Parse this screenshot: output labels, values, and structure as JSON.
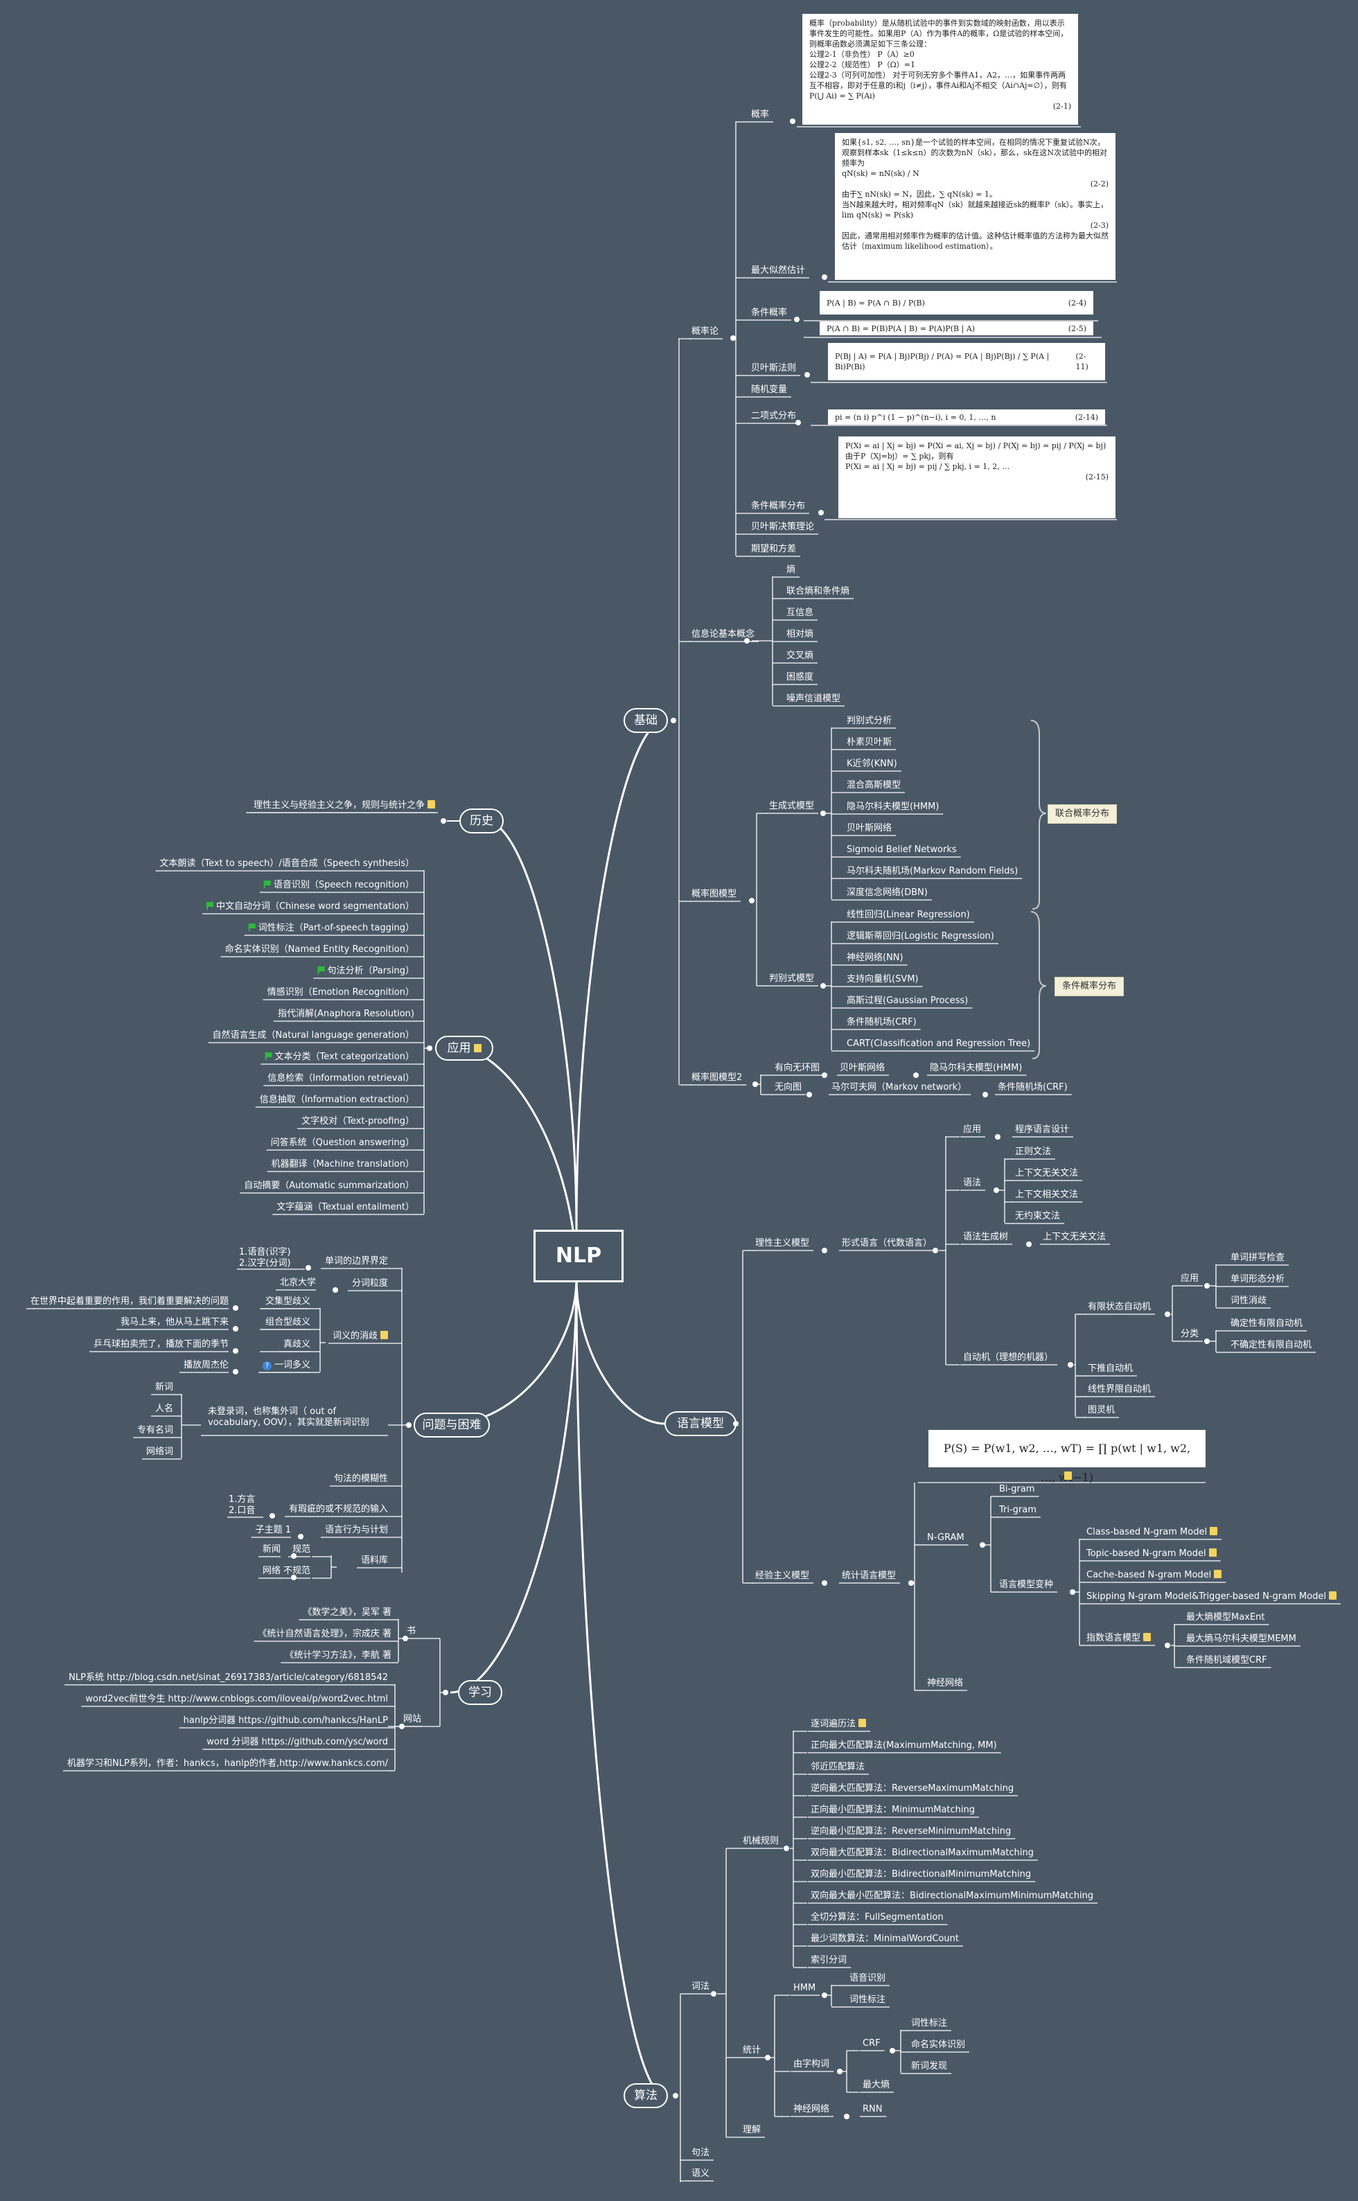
{
  "root": "NLP",
  "branches": {
    "history": "历史",
    "application": "应用",
    "problems": "问题与困难",
    "learning": "学习",
    "basics": "基础",
    "language_model": "语言模型",
    "algorithm": "算法"
  },
  "history": {
    "item": "理性主义与经验主义之争，规则与统计之争"
  },
  "application": {
    "items": [
      "文本朗读（Text to speech）/语音合成（Speech synthesis）",
      "语音识别（Speech recognition）",
      "中文自动分词（Chinese word segmentation）",
      "词性标注（Part-of-speech tagging）",
      "命名实体识别（Named Entity Recognition）",
      "句法分析（Parsing）",
      "情感识别（Emotion Recognition）",
      "指代消解(Anaphora Resolution)",
      "自然语言生成（Natural language generation）",
      "文本分类（Text categorization）",
      "信息检索（Information retrieval）",
      "信息抽取（Information extraction）",
      "文字校对（Text-proofing）",
      "问答系统（Question answering）",
      "机器翻译（Machine translation）",
      "自动摘要（Automatic summarization）",
      "文字蕴涵（Textual entailment）"
    ]
  },
  "problems": {
    "boundary": "单词的边界界定",
    "boundary_sub": [
      "1.语音(识字)",
      "2.汉字(分词)"
    ],
    "granularity": "分词粒度",
    "granularity_sub": "北京大学",
    "ambiguity": "词义的消歧",
    "ambiguity_types": [
      "交集型歧义",
      "组合型歧义",
      "真歧义",
      "一词多义"
    ],
    "ambiguity_examples": [
      "在世界中起着重要的作用，我们着重要解决的问题",
      "我马上来，他从马上跳下来",
      "乒乓球拍卖完了，播放下面的季节",
      "播放周杰伦"
    ],
    "oov": "未登录词，也称集外词（ out of vocabulary, OOV），其实就是新词识别",
    "oov_types": [
      "新词",
      "人名",
      "专有名词",
      "网络词"
    ],
    "syntax_fuzzy": "句法的模糊性",
    "noisy_input": "有瑕疵的或不规范的输入",
    "noisy_sub": [
      "1.方言",
      "2.口音"
    ],
    "speech_act": "语言行为与计划",
    "speech_act_sub": "子主题 1",
    "corpus": "语料库",
    "corpus_items": [
      {
        "label": "规范",
        "example": "新闻"
      },
      {
        "label": "不规范",
        "example": "网络"
      }
    ]
  },
  "learning": {
    "books_label": "书",
    "books": [
      "《数学之美》，吴军 著",
      "《统计自然语言处理》，宗成庆 著",
      "《统计学习方法》，李航 著"
    ],
    "sites_label": "网站",
    "sites": [
      "NLP系统 http://blog.csdn.net/sinat_26917383/article/category/6818542",
      "word2vec前世今生 http://www.cnblogs.com/iloveai/p/word2vec.html",
      "hanlp分词器 https://github.com/hankcs/HanLP",
      "word 分词器 https://github.com/ysc/word",
      "机器学习和NLP系列，作者：hankcs，hanlp的作者,http://www.hankcs.com/"
    ]
  },
  "basics": {
    "probability": "概率论",
    "probability_items": [
      "概率",
      "最大似然估计",
      "条件概率",
      "贝叶斯法则",
      "随机变量",
      "二项式分布",
      "条件概率分布",
      "贝叶斯决策理论",
      "期望和方差"
    ],
    "prob_card_text": [
      "概率（probability）是从随机试验中的事件到实数域的映射函数，用以表示事件发生的可能性。如果用P（A）作为事件A的概率，Ω是试验的样本空间，则概率函数必须满足如下三条公理：",
      "公理2-1（非负性）  P（A）≥0",
      "公理2-2（规范性）  P（Ω）=1",
      "公理2-3（可列可加性）  对于可列无穷多个事件A1，A2，…，如果事件两两互不相容，即对于任意的i和j（i≠j），事件Ai和Aj不相交（Ai∩Aj=∅），则有",
      "P(⋃ Ai) = ∑ P(Ai)",
      "(2-1)"
    ],
    "mle_card_text": [
      "如果{s1, s2, …, sn}是一个试验的样本空间，在相同的情况下重复试验N次，观察到样本sk（1≤k≤n）的次数为nN（sk），那么，sk在这N次试验中的相对频率为",
      "qN(sk) = nN(sk) / N",
      "(2-2)",
      "由于∑ nN(sk) = N，因此，∑ qN(sk) = 1。",
      "当N越来越大时，相对频率qN（sk）就越来越接近sk的概率P（sk）。事实上，",
      "lim qN(sk) = P(sk)",
      "(2-3)",
      "因此，通常用相对频率作为概率的估计值。这种估计概率值的方法称为最大似然估计（maximum likelihood estimation）。"
    ],
    "cond_formula_1": "P(A | B) = P(A ∩ B) / P(B)",
    "cond_eq_1": "(2-4)",
    "cond_formula_2": "P(A ∩ B) = P(B)P(A | B) = P(A)P(B | A)",
    "cond_eq_2": "(2-5)",
    "bayes_formula": "P(Bj | A) = P(A | Bj)P(Bj) / P(A) = P(A | Bj)P(Bj) / ∑ P(A | Bi)P(Bi)",
    "bayes_eq": "(2-11)",
    "binom_formula": "pi = (n i) p^i (1 − p)^(n−i),  i = 0, 1, …, n",
    "binom_eq": "(2-14)",
    "cond_dist_text": [
      "P(Xi = ai | Xj = bj) = P(Xi = ai, Xj = bj) / P(Xj = bj) = pij / P(Xj = bj)",
      "由于P（Xj=bj）= ∑ pkj，则有",
      "P(Xi = ai | Xj = bj) = pij / ∑ pkj,   i = 1, 2, …",
      "(2-15)"
    ],
    "info_theory": "信息论基本概念",
    "info_items": [
      "熵",
      "联合熵和条件熵",
      "互信息",
      "相对熵",
      "交叉熵",
      "困惑度",
      "噪声信道模型"
    ],
    "graph_model": "概率图模型",
    "generative": "生成式模型",
    "generative_items": [
      "判别式分析",
      "朴素贝叶斯",
      "K近邻(KNN)",
      "混合高斯模型",
      "隐马尔科夫模型(HMM)",
      "贝叶斯网络",
      "Sigmoid Belief Networks",
      "马尔科夫随机场(Markov Random Fields)",
      "深度信念网络(DBN)"
    ],
    "generative_tag": "联合概率分布",
    "discriminative": "判别式模型",
    "discriminative_items": [
      "线性回归(Linear Regression)",
      "逻辑斯蒂回归(Logistic Regression)",
      "神经网络(NN)",
      "支持向量机(SVM)",
      "高斯过程(Gaussian Process)",
      "条件随机场(CRF)",
      "CART(Classification and Regression Tree)"
    ],
    "discriminative_tag": "条件概率分布",
    "graph_model2": "概率图模型2",
    "directed": "有向无环图",
    "directed_items": [
      "贝叶斯网络",
      "隐马尔科夫模型(HMM)"
    ],
    "undirected": "无向图",
    "undirected_items": [
      "马尔可夫网（Markov network）",
      "条件随机场(CRF)"
    ]
  },
  "language_model": {
    "rationalism": "理性主义模型",
    "formal_language": "形式语言（代数语言）",
    "application": "应用",
    "app_item": "程序语言设计",
    "grammar": "语法",
    "grammar_items": [
      "正则文法",
      "上下文无关文法",
      "上下文相关文法",
      "无约束文法"
    ],
    "grammar_gen": "语法生成树",
    "grammar_gen_item": "上下文无关文法",
    "automaton": "自动机（理想的机器）",
    "fsa": "有限状态自动机",
    "fsa_apply": "应用",
    "fsa_apply_items": [
      "单词拼写检查",
      "单词形态分析",
      "词性消歧"
    ],
    "fsa_class": "分类",
    "fsa_class_items": [
      "确定性有限自动机",
      "不确定性有限自动机"
    ],
    "automaton_items": [
      "下推自动机",
      "线性界限自动机",
      "图灵机"
    ],
    "empiricism": "经验主义模型",
    "statistical_lm": "统计语言模型",
    "formula": "P(S) = P(w1, w2, …, wT) = ∏ p(wt | w1, w2, …, wt−1)",
    "ngram": "N-GRAM",
    "ngram_items": [
      "Bi-gram",
      "Tri-gram"
    ],
    "variants": "语言模型变种",
    "variant_items": [
      "Class-based N-gram Model",
      "Topic-based N-gram Model",
      "Cache-based N-gram Model",
      "Skipping N-gram Model&Trigger-based N-gram Model"
    ],
    "exp_models": "指数语言模型",
    "exp_items": [
      "最大熵模型MaxEnt",
      "最大熵马尔科夫模型MEMM",
      "条件随机域模型CRF"
    ],
    "neural": "神经网络"
  },
  "algorithm": {
    "segmentation": "词法",
    "rules": "机械规则",
    "rule_items": [
      "逐词遍历法",
      "正向最大匹配算法(MaximumMatching, MM)",
      "邻近匹配算法",
      "逆向最大匹配算法：ReverseMaximumMatching",
      "正向最小匹配算法：MinimumMatching",
      "逆向最小匹配算法：ReverseMinimumMatching",
      "双向最大匹配算法：BidirectionalMaximumMatching",
      "双向最小匹配算法：BidirectionalMinimumMatching",
      "双向最大最小匹配算法：BidirectionalMaximumMinimumMatching",
      "全切分算法：FullSegmentation",
      "最少词数算法：MinimalWordCount",
      "索引分词"
    ],
    "statistics": "统计",
    "hmm": "HMM",
    "hmm_items": [
      "语音识别",
      "词性标注"
    ],
    "tagging": "由字构词",
    "crf": "CRF",
    "crf_items": [
      "词性标注",
      "命名实体识别",
      "新词发现"
    ],
    "maxent": "最大熵",
    "nn": "神经网络",
    "rnn": "RNN",
    "understanding": "理解",
    "syntax": "句法",
    "semantics": "语义"
  }
}
